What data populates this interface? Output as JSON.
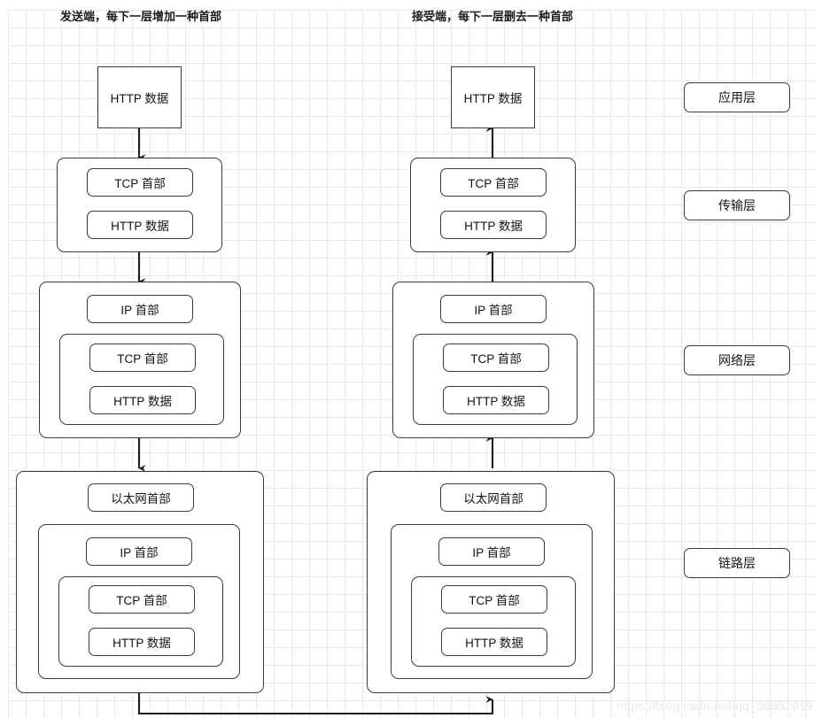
{
  "diagram": {
    "title_left": "发送端，每下一层增加一种首部",
    "title_right": "接受端，每下一层删去一种首部",
    "labels": {
      "http_data": "HTTP 数据",
      "tcp_header": "TCP 首部",
      "ip_header": "IP 首部",
      "eth_header": "以太网首部"
    },
    "layers": [
      {
        "name": "应用层"
      },
      {
        "name": "传输层"
      },
      {
        "name": "网络层"
      },
      {
        "name": "链路层"
      }
    ],
    "sender": {
      "application": {
        "box": "HTTP 数据"
      },
      "transport": {
        "outer": "",
        "children": [
          "TCP 首部",
          "HTTP 数据"
        ]
      },
      "network": {
        "outer": "",
        "first": "IP 首部",
        "inner": [
          "TCP 首部",
          "HTTP 数据"
        ]
      },
      "link": {
        "outer": "",
        "first": "以太网首部",
        "second": "IP 首部",
        "inner": [
          "TCP 首部",
          "HTTP 数据"
        ]
      }
    },
    "receiver": {
      "application": {
        "box": "HTTP 数据"
      },
      "transport": {
        "outer": "",
        "children": [
          "TCP 首部",
          "HTTP 数据"
        ]
      },
      "network": {
        "outer": "",
        "first": "IP 首部",
        "inner": [
          "TCP 首部",
          "HTTP 数据"
        ]
      },
      "link": {
        "outer": "",
        "first": "以太网首部",
        "second": "IP 首部",
        "inner": [
          "TCP 首部",
          "HTTP 数据"
        ]
      }
    },
    "watermark": "https://blog.csdn.net/qq_36652619",
    "colors": {
      "stroke": "#3b3b3b",
      "text": "#141414",
      "grid": "#e9e9e9",
      "background": "#ffffff",
      "watermark": "#e6e9ec"
    }
  }
}
